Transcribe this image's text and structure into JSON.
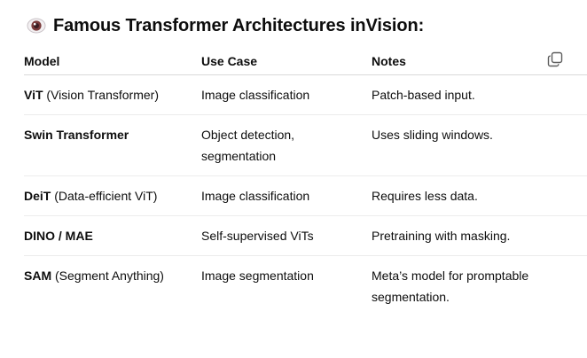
{
  "heading": {
    "prefix": "Famous Transformer Architectures in ",
    "emphasis": "Vision",
    "suffix": ":",
    "icon": "eye-icon"
  },
  "table": {
    "headers": [
      "Model",
      "Use Case",
      "Notes"
    ],
    "rows": [
      {
        "model_bold": "ViT",
        "model_rest": " (Vision Transformer)",
        "use_case": "Image classification",
        "notes": "Patch-based input."
      },
      {
        "model_bold": "Swin Transformer",
        "model_rest": "",
        "use_case": "Object detection, segmentation",
        "notes": "Uses sliding windows."
      },
      {
        "model_bold": "DeiT",
        "model_rest": " (Data-efficient ViT)",
        "use_case": "Image classification",
        "notes": "Requires less data."
      },
      {
        "model_bold": "DINO / MAE",
        "model_rest": "",
        "use_case": "Self-supervised ViTs",
        "notes": "Pretraining with masking."
      },
      {
        "model_bold": "SAM",
        "model_rest": " (Segment Anything)",
        "use_case": "Image segmentation",
        "notes": "Meta’s model for promptable segmentation."
      }
    ]
  },
  "copy_icon": "copy-icon",
  "colors": {
    "text": "#0d0d0d",
    "header_rule": "#d9d9d9",
    "row_rule": "#ececec",
    "eye_iris": "#7a3b3b"
  }
}
